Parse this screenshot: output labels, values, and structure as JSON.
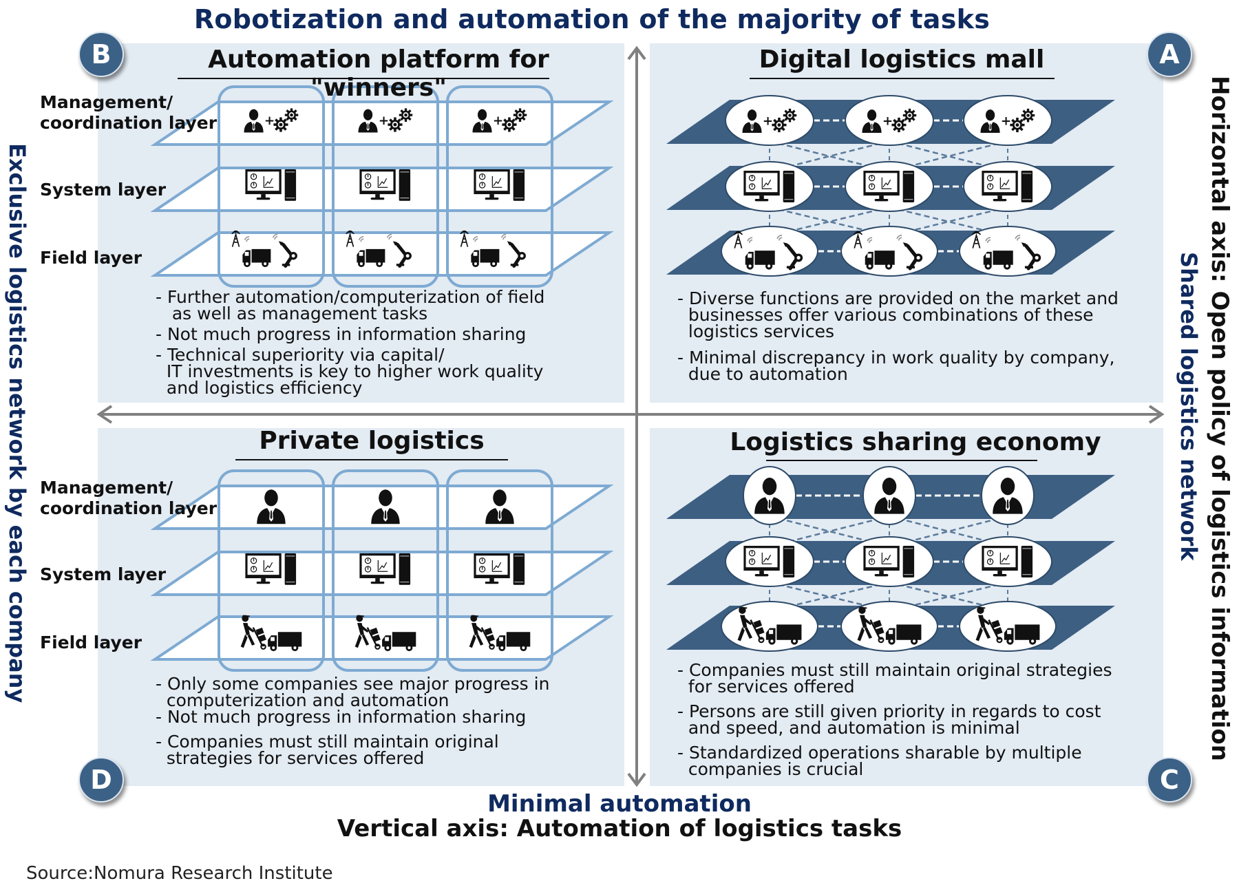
{
  "title": "Robotization and automation of the majority of tasks",
  "axes": {
    "top_label": "Robotization and automation of the majority of tasks",
    "bottom_label": "Minimal automation",
    "vertical_axis_caption": "Vertical axis: Automation of logistics tasks",
    "left_label": "Exclusive logistics network by each company",
    "right_label": "Shared logistics network",
    "horizontal_axis_caption": "Horizontal axis: Open policy of logistics information"
  },
  "layer_labels": {
    "management": "Management/\ncoordination layer",
    "management_line1": "Management/",
    "management_line2": "coordination layer",
    "system": "System layer",
    "field": "Field layer"
  },
  "quadrants": {
    "A": {
      "badge": "A",
      "title": "Digital logistics mall",
      "layers": [
        "person-plus-gears",
        "computer-system",
        "truck-robot-arm-antenna"
      ],
      "bullets": [
        "- Diverse functions are provided on the market and\n  businesses offer various combinations of these\n  logistics services",
        "- Minimal discrepancy in work quality by company,\n  due to automation"
      ]
    },
    "B": {
      "badge": "B",
      "title": "Automation platform for \"winners\"",
      "layers": [
        "person-plus-gears",
        "computer-system",
        "truck-robot-arm-antenna"
      ],
      "bullets": [
        "- Further automation/computerization of field\n   as well as management tasks",
        "- Not much progress in information sharing",
        "- Technical superiority via capital/\n  IT investments is key to higher work quality\n  and logistics efficiency"
      ]
    },
    "C": {
      "badge": "C",
      "title": "Logistics sharing economy",
      "layers": [
        "person",
        "computer-system",
        "worker-handcart-truck"
      ],
      "bullets": [
        "- Companies must still maintain original strategies\n  for services offered",
        "- Persons are still given priority in regards to cost\n  and speed, and automation is minimal",
        "- Standardized operations sharable by multiple\n  companies is crucial"
      ]
    },
    "D": {
      "badge": "D",
      "title": "Private logistics",
      "layers": [
        "person",
        "computer-system",
        "worker-handcart-truck"
      ],
      "bullets": [
        "- Only some companies see major progress in\n  computerization and automation",
        "- Not much progress in information sharing",
        "- Companies must still maintain original\n  strategies for services offered"
      ]
    }
  },
  "source": "Source:Nomura Research Institute",
  "colors": {
    "title_navy": "#0f2a5f",
    "panel_bg": "#e3ebf3",
    "badge": "#3c6186",
    "plane_dark": "#3d5f82",
    "plane_outline": "#7eaad2",
    "axis_arrow": "#808080"
  }
}
